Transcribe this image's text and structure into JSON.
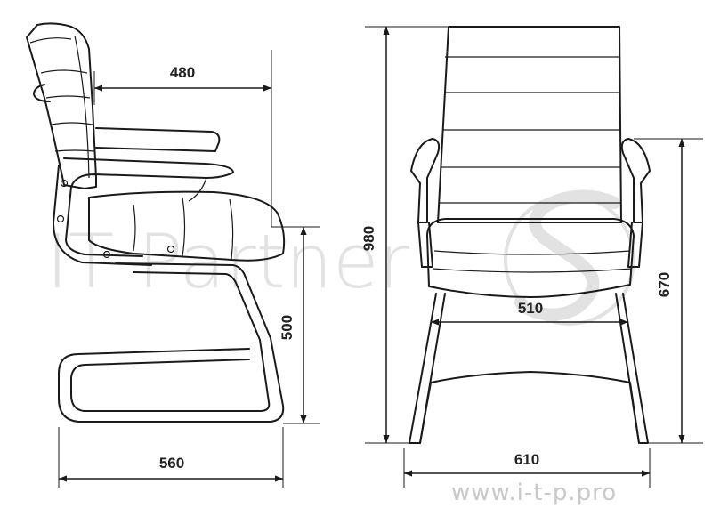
{
  "dimensions": {
    "seat_depth": "480",
    "total_height": "980",
    "armrest_height": "670",
    "seat_height": "500",
    "seat_width": "510",
    "total_depth": "560",
    "total_width": "610"
  },
  "watermark": {
    "brand": "IT Partner",
    "site": "www.i-t-p.pro"
  },
  "colors": {
    "line": "#1a1a1a",
    "watermark": "#e2e2e2"
  }
}
